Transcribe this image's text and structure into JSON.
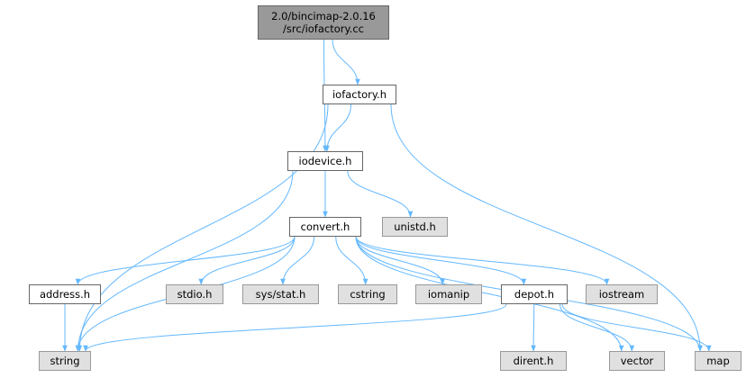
{
  "colors": {
    "edge": "#63b8ff",
    "root_fill": "#999999",
    "system_fill": "#e0e0e0",
    "file_fill": "#ffffff",
    "border": "#666666"
  },
  "nodes": {
    "root": {
      "line1": "2.0/bincimap-2.0.16",
      "line2": "/src/iofactory.cc"
    },
    "iofactory": "iofactory.h",
    "iodevice": "iodevice.h",
    "unistd": "unistd.h",
    "convert": "convert.h",
    "address": "address.h",
    "stdio": "stdio.h",
    "sysstat": "sys/stat.h",
    "cstring": "cstring",
    "iomanip": "iomanip",
    "depot": "depot.h",
    "iostream": "iostream",
    "string": "string",
    "dirent": "dirent.h",
    "vector": "vector",
    "map": "map"
  },
  "edges": [
    [
      "root",
      "iofactory"
    ],
    [
      "root",
      "iodevice"
    ],
    [
      "iofactory",
      "iodevice"
    ],
    [
      "iofactory",
      "string"
    ],
    [
      "iofactory",
      "map"
    ],
    [
      "iodevice",
      "convert"
    ],
    [
      "iodevice",
      "unistd"
    ],
    [
      "iodevice",
      "string"
    ],
    [
      "convert",
      "address"
    ],
    [
      "convert",
      "stdio"
    ],
    [
      "convert",
      "sysstat"
    ],
    [
      "convert",
      "cstring"
    ],
    [
      "convert",
      "iomanip"
    ],
    [
      "convert",
      "depot"
    ],
    [
      "convert",
      "iostream"
    ],
    [
      "convert",
      "string"
    ],
    [
      "convert",
      "vector"
    ],
    [
      "convert",
      "map"
    ],
    [
      "address",
      "string"
    ],
    [
      "depot",
      "string"
    ],
    [
      "depot",
      "dirent"
    ],
    [
      "depot",
      "vector"
    ],
    [
      "depot",
      "map"
    ]
  ]
}
